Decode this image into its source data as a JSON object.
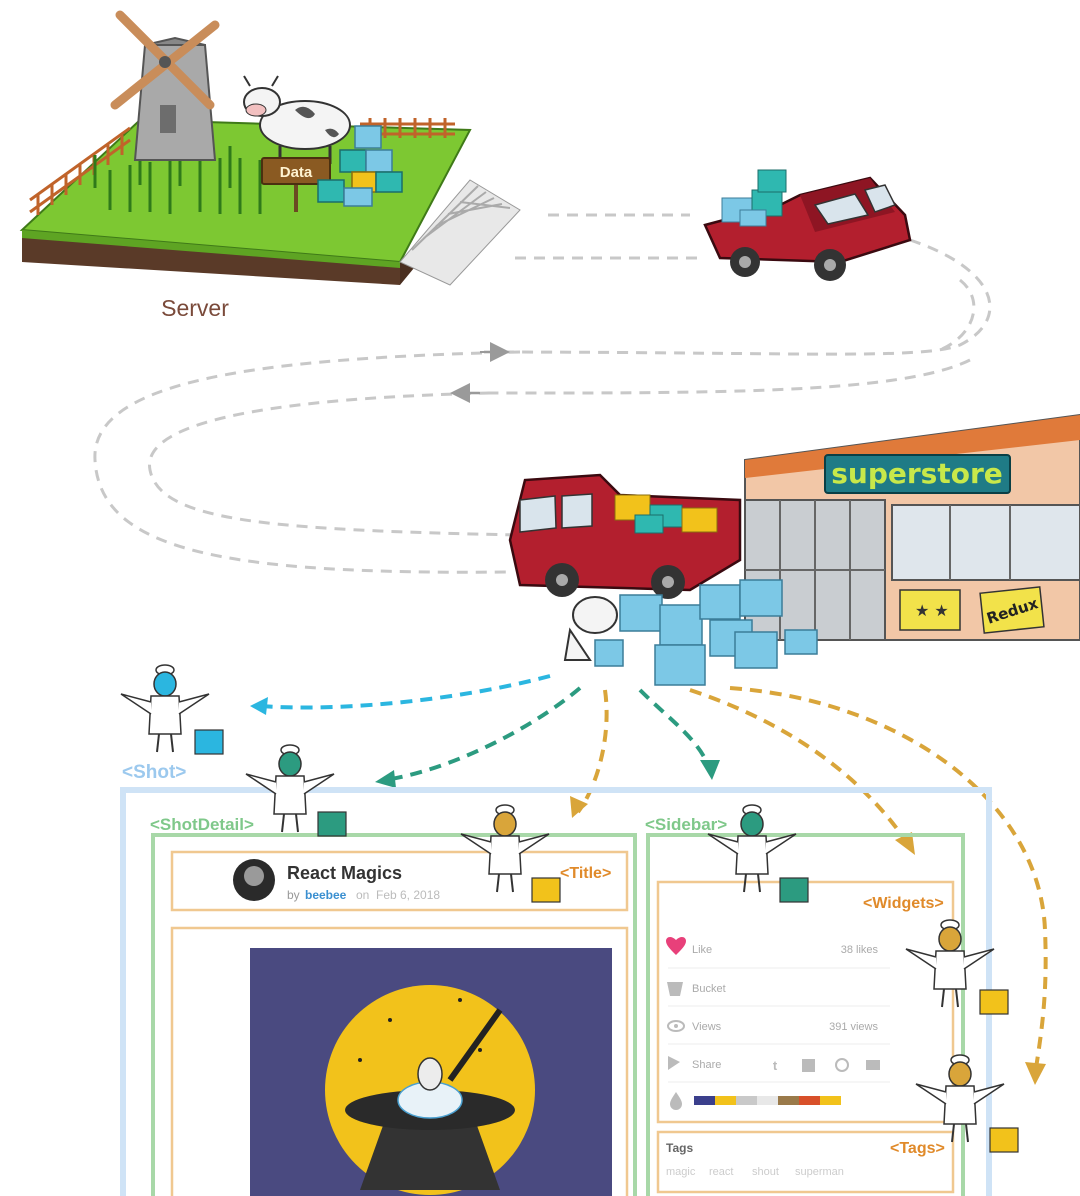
{
  "server": {
    "caption": "Server",
    "sign": "Data"
  },
  "store": {
    "sign": "superstore",
    "poster_label": "Redux"
  },
  "component_tags": {
    "shot": "<Shot>",
    "shot_detail": "<ShotDetail>",
    "sidebar": "<Sidebar>",
    "title": "<Title>",
    "widgets": "<Widgets>",
    "tags": "<Tags>"
  },
  "shot_card": {
    "title": "React Magics",
    "byline_prefix": "by",
    "author": "beebee",
    "date_prefix": "on",
    "date": "Feb 6, 2018"
  },
  "widgets": {
    "like": {
      "label": "Like",
      "count": "38 likes"
    },
    "bucket": {
      "label": "Bucket"
    },
    "views": {
      "label": "Views",
      "count": "391 views"
    },
    "share": {
      "label": "Share"
    },
    "palette": [
      "#3b3f8c",
      "#f2c21b",
      "#c9c9c9",
      "#e8e8e8",
      "#9a7a4a",
      "#d8502a",
      "#f2c21b"
    ]
  },
  "tags_panel": {
    "heading": "Tags",
    "items": [
      "magic",
      "react",
      "shout",
      "superman"
    ]
  },
  "colors": {
    "grass": "#7dc832",
    "truck": "#b31f2e",
    "box": "#7cc8e6",
    "tag_blue": "#9cc9ee",
    "tag_green": "#7fc88a",
    "tag_orange": "#e08a2a",
    "arrow_cyan": "#2bb6e0",
    "arrow_green": "#2c9b80",
    "arrow_gold": "#d9a53a",
    "path_gray": "#c8c8c8",
    "artwork_bg": "#4a4a80"
  }
}
